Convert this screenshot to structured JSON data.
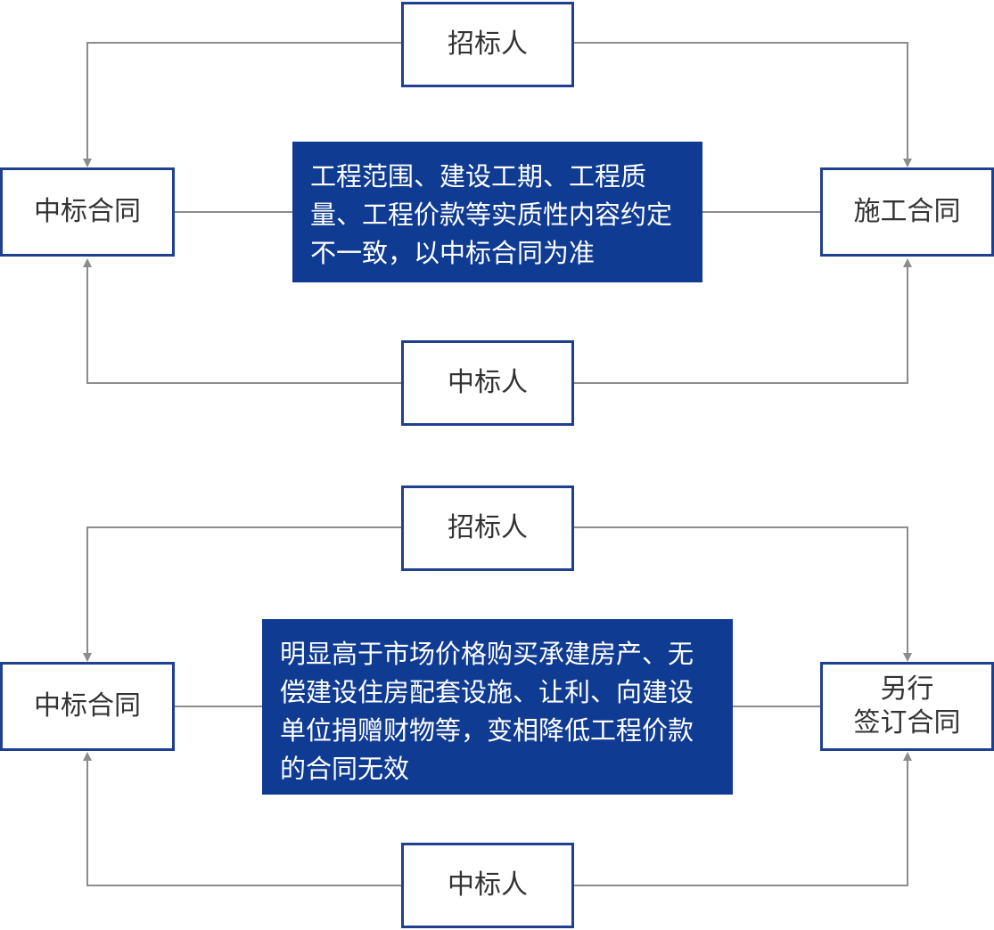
{
  "diagram1": {
    "tenderer": "招标人",
    "winner_contract": "中标合同",
    "construction_contract": "施工合同",
    "winning_bidder": "中标人",
    "note": "工程范围、建设工期、工程质量、工程价款等实质性内容约定不一致，以中标合同为准"
  },
  "diagram2": {
    "tenderer": "招标人",
    "winner_contract": "中标合同",
    "other_contract_line1": "另行",
    "other_contract_line2": "签订合同",
    "winning_bidder": "中标人",
    "note": "明显高于市场价格购买承建房产、无偿建设住房配套设施、让利、向建设单位捐赠财物等，变相降低工程价款的合同无效"
  },
  "colors": {
    "box_border": "#1f3f91",
    "note_fill": "#0f3b92",
    "connector": "#8c8c8c"
  }
}
